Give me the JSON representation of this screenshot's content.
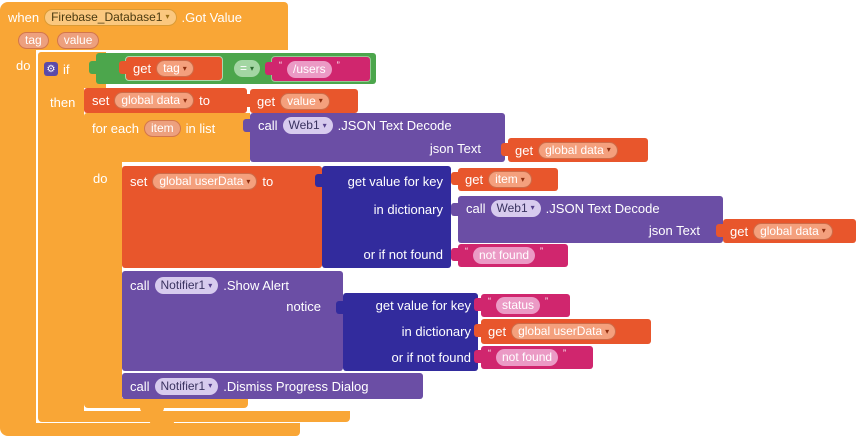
{
  "colors": {
    "event_control": "#F9A636",
    "variables": "#E8562C",
    "variable_chip": "#F4A07D",
    "logic": "#4CA64C",
    "logic_chip": "#A3D6A3",
    "text": "#D0266E",
    "text_chip": "#EB9AC5",
    "component_call": "#6B4EA5",
    "component_chip": "#D7CBEE",
    "dictionary": "#322B9D",
    "event_component_chip": "#FBC87F",
    "param_chip": "#EDA07E",
    "workspace_bg": "#FFFFFF"
  },
  "glyphs": {
    "dropdown": "▾",
    "gear": "⚙",
    "open_quote": "“",
    "close_quote": "”"
  },
  "when_block": {
    "keyword": "when",
    "component": "Firebase_Database1",
    "event": ".Got Value",
    "params": [
      "tag",
      "value"
    ],
    "do_label": "do"
  },
  "if_block": {
    "if_label": "if",
    "then_label": "then"
  },
  "condition": {
    "get_label": "get",
    "variable": "tag",
    "operator": "=",
    "string_value": "/users"
  },
  "set_global_data": {
    "set_label": "set",
    "variable": "global data",
    "to_label": "to"
  },
  "get_value": {
    "get_label": "get",
    "variable": "value"
  },
  "for_each": {
    "for_label": "for each",
    "item_param": "item",
    "in_list_label": "in list",
    "do_label": "do"
  },
  "web_decode_1": {
    "call_label": "call",
    "component": "Web1",
    "method": ".JSON Text Decode",
    "arg_label": "json Text"
  },
  "get_global_data_1": {
    "get_label": "get",
    "variable": "global data"
  },
  "set_global_userdata": {
    "set_label": "set",
    "variable": "global userData",
    "to_label": "to"
  },
  "dict_lookup_1": {
    "row1": "get value for key",
    "row2": "in dictionary",
    "row3": "or if not found"
  },
  "get_item": {
    "get_label": "get",
    "variable": "item"
  },
  "web_decode_2": {
    "call_label": "call",
    "component": "Web1",
    "method": ".JSON Text Decode",
    "arg_label": "json Text"
  },
  "get_global_data_2": {
    "get_label": "get",
    "variable": "global data"
  },
  "not_found_1": {
    "value": "not found"
  },
  "notifier_alert": {
    "call_label": "call",
    "component": "Notifier1",
    "method": ".Show Alert",
    "arg_label": "notice"
  },
  "dict_lookup_2": {
    "row1": "get value for key",
    "row2": "in dictionary",
    "row3": "or if not found"
  },
  "status_string": {
    "value": "status"
  },
  "get_global_userdata": {
    "get_label": "get",
    "variable": "global userData"
  },
  "not_found_2": {
    "value": "not found"
  },
  "notifier_dismiss": {
    "call_label": "call",
    "component": "Notifier1",
    "method": ".Dismiss Progress Dialog"
  }
}
